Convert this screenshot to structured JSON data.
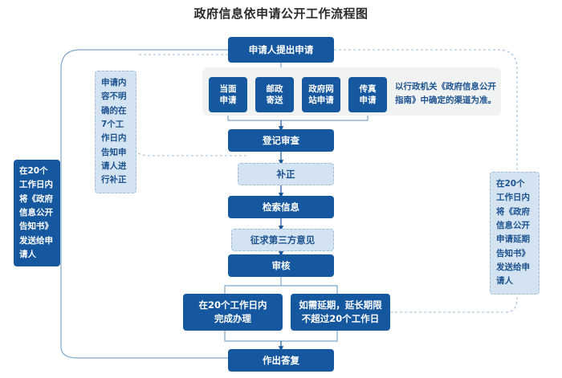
{
  "title": "政府信息依申请公开工作流程图",
  "colors": {
    "dark_blue": "#16589f",
    "light_blue": "#d4e3f1",
    "panel_gray": "#f1f2f2",
    "line_blue": "#7fa8cc",
    "text_blue": "#1c5390",
    "title_gray": "#2b2b2b"
  },
  "flow": {
    "start": "申请人提出申请",
    "channels": [
      "当面\n申请",
      "邮政\n寄送",
      "政府网\n站申请",
      "传真\n申请"
    ],
    "channel_note": "以行政机关《政府信息公开指南》中确定的渠道为准。",
    "steps": [
      {
        "label": "登记审查",
        "style": "dark"
      },
      {
        "label": "补正",
        "style": "light"
      },
      {
        "label": "检索信息",
        "style": "dark"
      },
      {
        "label": "征求第三方意见",
        "style": "light"
      },
      {
        "label": "审核",
        "style": "dark"
      }
    ],
    "branch_left": "在20个工作日内\n完成办理",
    "branch_right": "如需延期，延长期限\n不超过20个工作日",
    "end": "作出答复"
  },
  "annotations": {
    "correction_note": "申请内容不明确的在7个工作日内告知申请人进行补正",
    "left_notice": "在20个工作日内将《政府信息公开告知书》发送给申请人",
    "right_notice": "在20个工作日内将《政府信息公开申请延期告知书》发送给申请人"
  }
}
